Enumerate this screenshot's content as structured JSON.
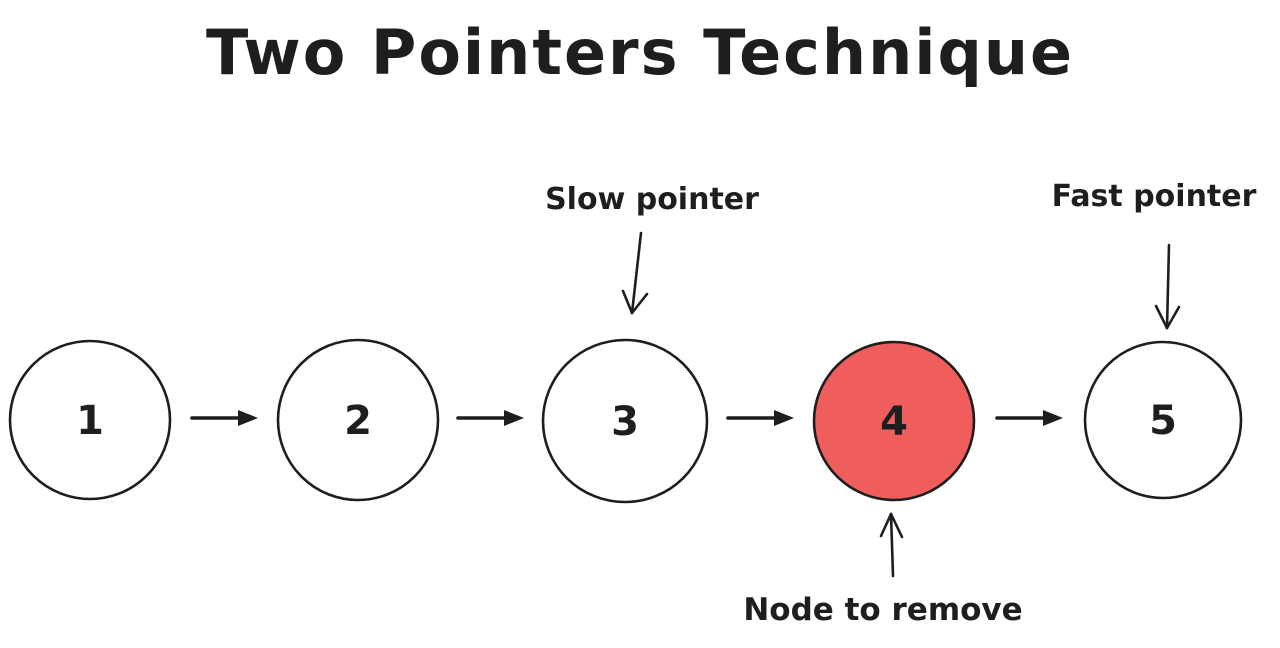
{
  "title": "Two Pointers Technique",
  "colors": {
    "background": "#ffffff",
    "ink": "#1e1e1e",
    "node_fill": "#ffffff",
    "highlight_fill": "#f05d5d"
  },
  "nodes": [
    {
      "value": "1",
      "fill": "#ffffff",
      "highlighted": false
    },
    {
      "value": "2",
      "fill": "#ffffff",
      "highlighted": false
    },
    {
      "value": "3",
      "fill": "#ffffff",
      "highlighted": false
    },
    {
      "value": "4",
      "fill": "#f05d5d",
      "highlighted": true
    },
    {
      "value": "5",
      "fill": "#ffffff",
      "highlighted": false
    }
  ],
  "annotations": [
    {
      "id": "slow-pointer",
      "label": "Slow pointer",
      "target_node": "3"
    },
    {
      "id": "fast-pointer",
      "label": "Fast pointer",
      "target_node": "5"
    },
    {
      "id": "node-to-remove",
      "label": "Node to remove",
      "target_node": "4"
    }
  ]
}
